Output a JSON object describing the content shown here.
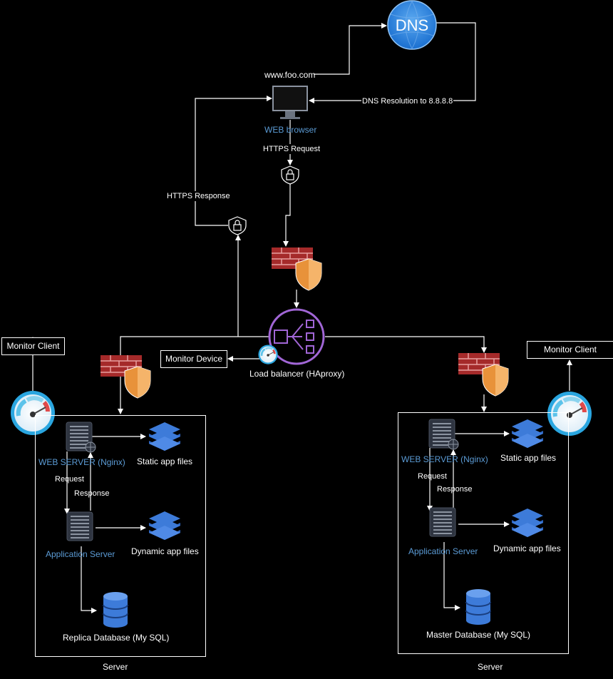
{
  "dns": {
    "label": "DNS"
  },
  "browser": {
    "url": "www.foo.com",
    "label": "WEB browser"
  },
  "edges": {
    "dns_resolution": "DNS Resolution to 8.8.8.8",
    "https_request": "HTTPS Request",
    "https_response": "HTTPS Response"
  },
  "load_balancer": {
    "label": "Load balancer (HAproxy)"
  },
  "monitor_device": {
    "label": "Monitor Device"
  },
  "left_server": {
    "monitor": "Monitor Client",
    "web_server": "WEB SERVER (Nginx)",
    "static_files": "Static app files",
    "request": "Request",
    "response": "Response",
    "app_server": "Application Server",
    "dynamic_files": "Dynamic app files",
    "database": "Replica Database (My SQL)",
    "caption": "Server"
  },
  "right_server": {
    "monitor": "Monitor Client",
    "web_server": "WEB SERVER (Nginx)",
    "static_files": "Static app files",
    "request": "Request",
    "response": "Response",
    "app_server": "Application Server",
    "dynamic_files": "Dynamic app files",
    "database": "Master Database (My SQL)",
    "caption": "Server"
  },
  "colors": {
    "accent_blue": "#5b9bd5",
    "purple": "#a166d6",
    "firewall_red": "#c0392b",
    "shield": "#f0a050"
  }
}
